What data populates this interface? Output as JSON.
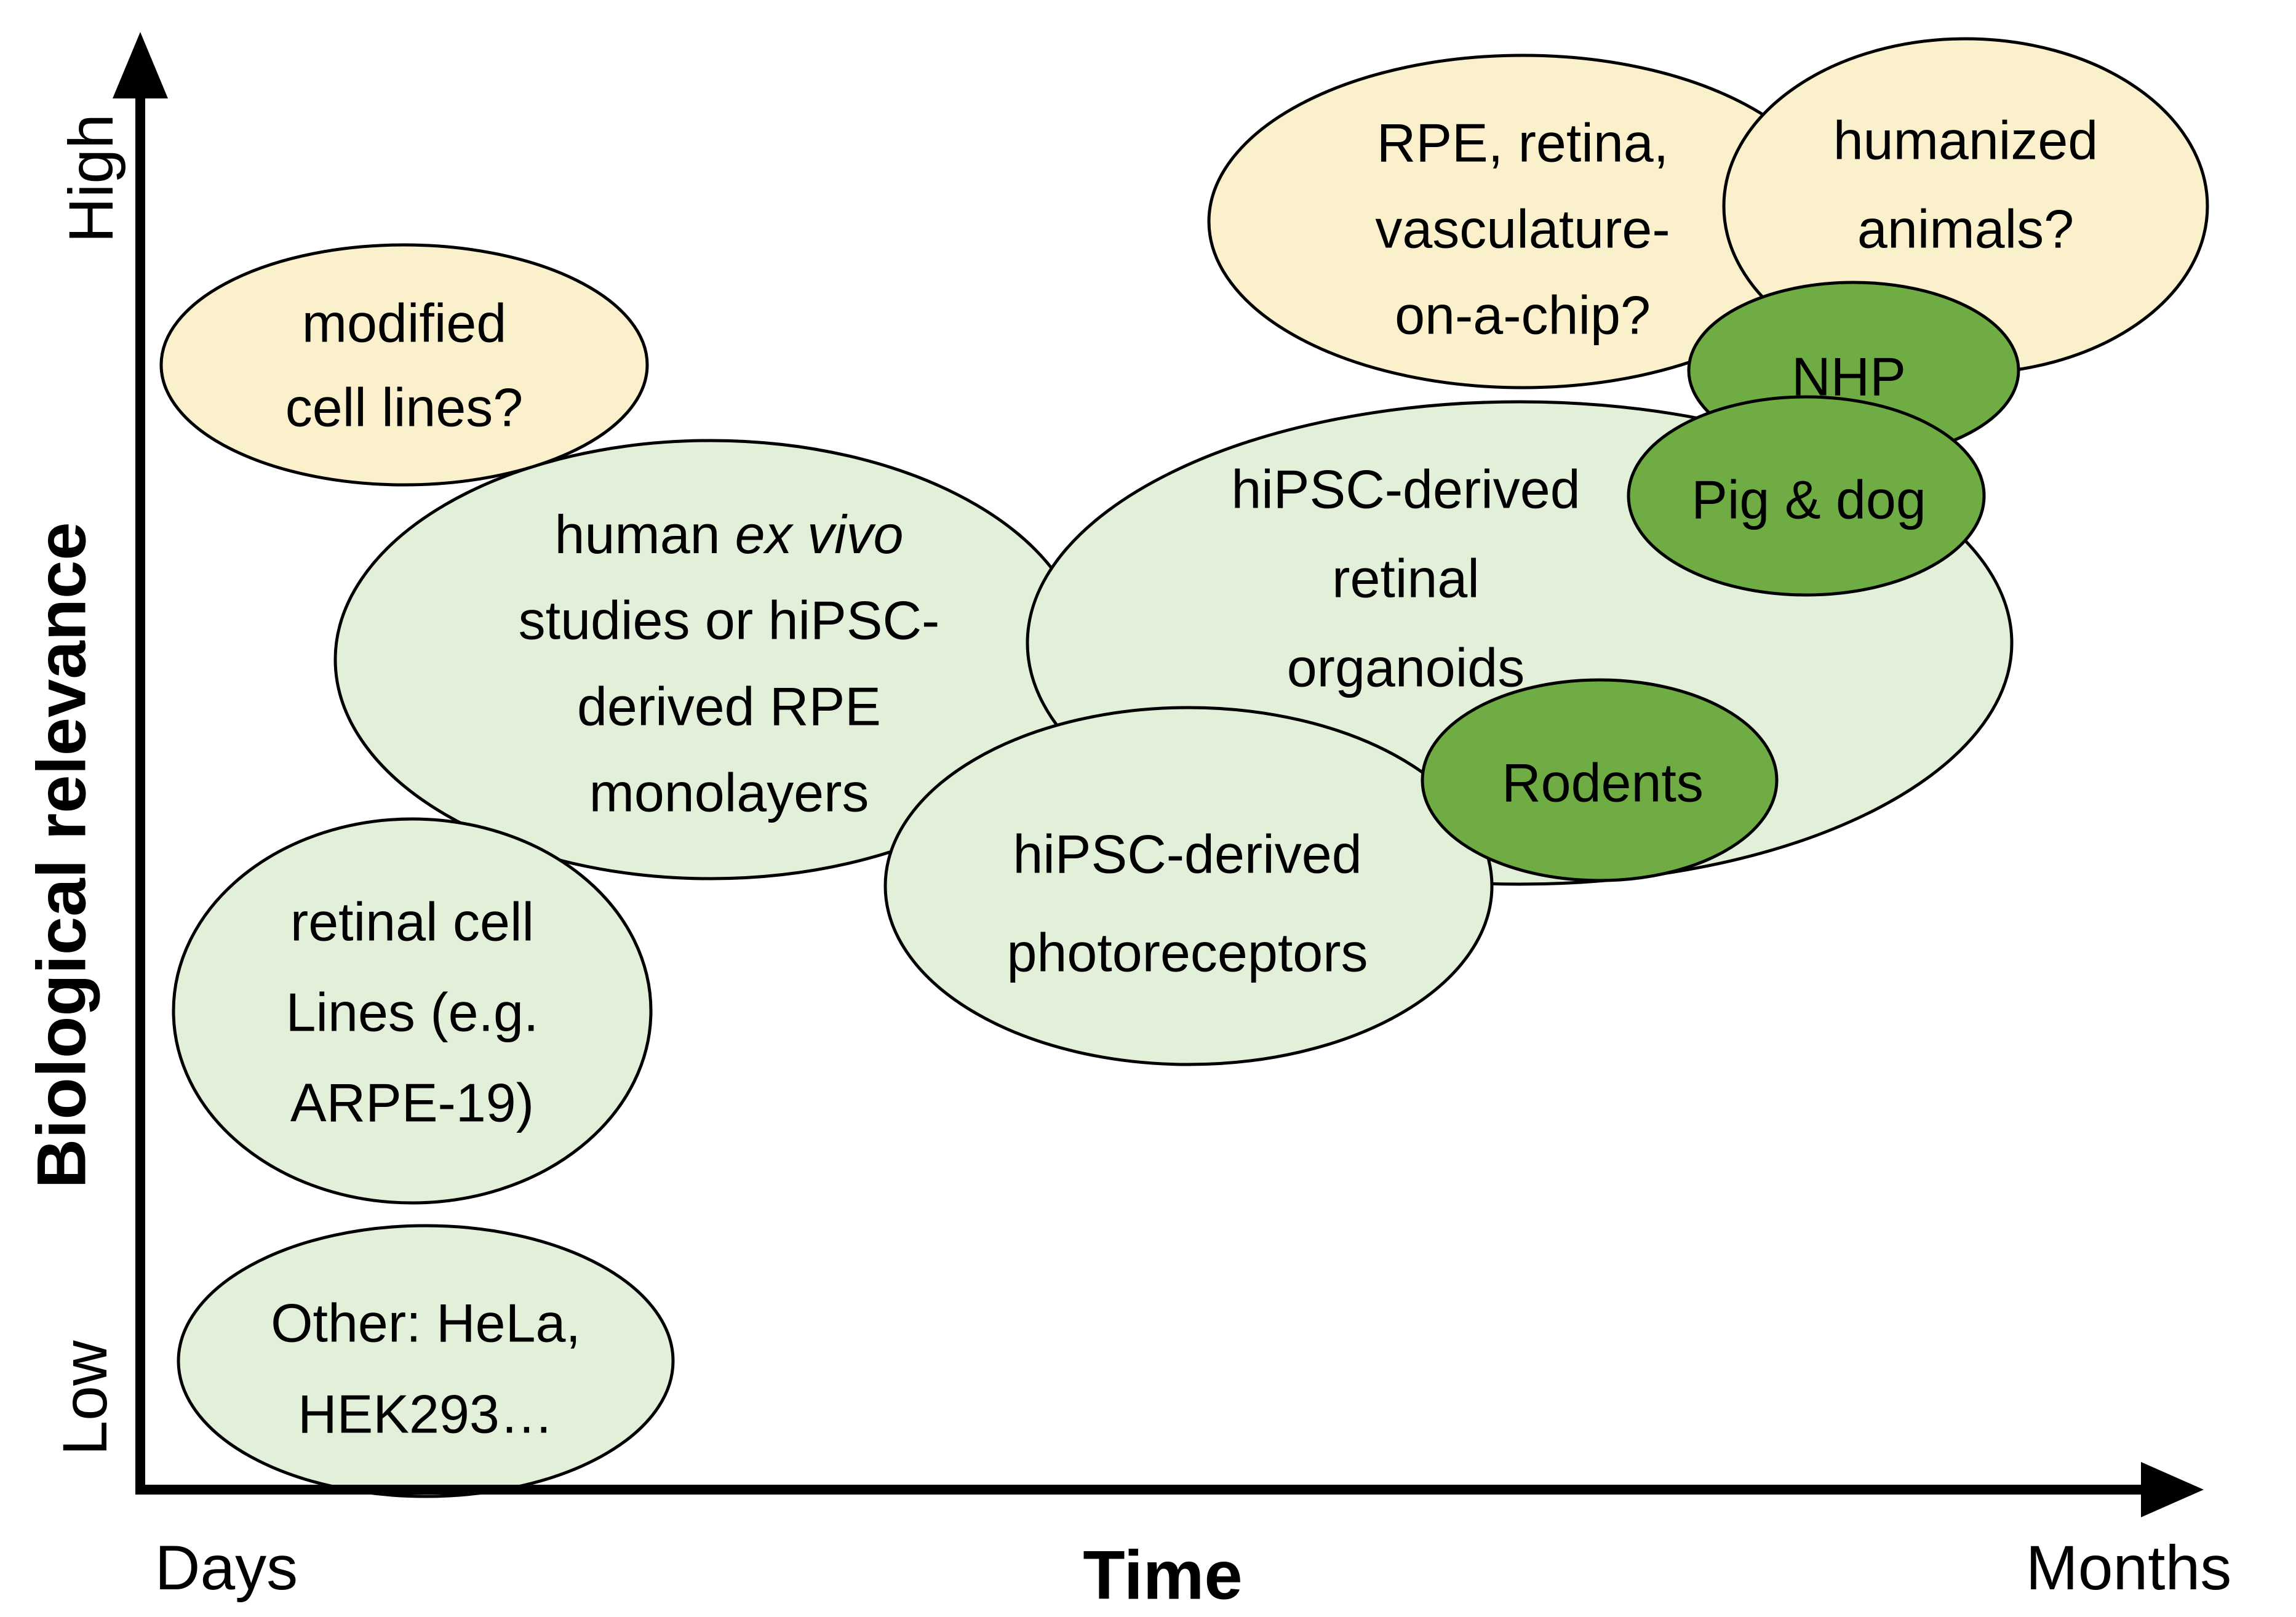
{
  "axes": {
    "x": {
      "title": "Time",
      "start_label": "Days",
      "end_label": "Months"
    },
    "y": {
      "title": "Biological relevance",
      "start_label": "Low",
      "end_label": "High"
    }
  },
  "colors": {
    "question_bubbles": "#FBF0CC",
    "human_model_bubbles": "#E2EFD9",
    "animal_model_bubbles": "#6FAC44",
    "outline": "#000000",
    "text": "#000000",
    "background": "#FFFFFF"
  },
  "bubbles": {
    "rpe_chip": {
      "color_group": "question",
      "lines": [
        "RPE, retina,",
        "vasculature-",
        "on-a-chip?"
      ]
    },
    "human_ex_vivo": {
      "color_group": "human",
      "line1_normal": "human",
      "line1_italic": "ex vivo",
      "line2": "studies or hiPSC-",
      "line3": "derived RPE",
      "line4": "monolayers"
    },
    "retinal_organoids": {
      "color_group": "human",
      "lines": [
        "hiPSC-derived",
        "retinal",
        "organoids"
      ]
    },
    "humanized_animals": {
      "color_group": "question",
      "lines": [
        "humanized",
        "animals?"
      ]
    },
    "modified_cell_lines": {
      "color_group": "question",
      "lines": [
        "modified",
        "cell lines?"
      ]
    },
    "retinal_cell_lines": {
      "color_group": "human",
      "lines": [
        "retinal cell",
        "Lines (e.g.",
        "ARPE-19)"
      ]
    },
    "photoreceptors": {
      "color_group": "human",
      "lines": [
        "hiPSC-derived",
        "photoreceptors"
      ]
    },
    "rodents": {
      "color_group": "animal",
      "lines": [
        "Rodents"
      ]
    },
    "nhp": {
      "color_group": "animal",
      "lines": [
        "NHP"
      ]
    },
    "pig_dog": {
      "color_group": "animal",
      "lines": [
        "Pig & dog"
      ]
    },
    "other_cell_lines": {
      "color_group": "human",
      "lines": [
        "Other: HeLa,",
        "HEK293…"
      ]
    }
  }
}
